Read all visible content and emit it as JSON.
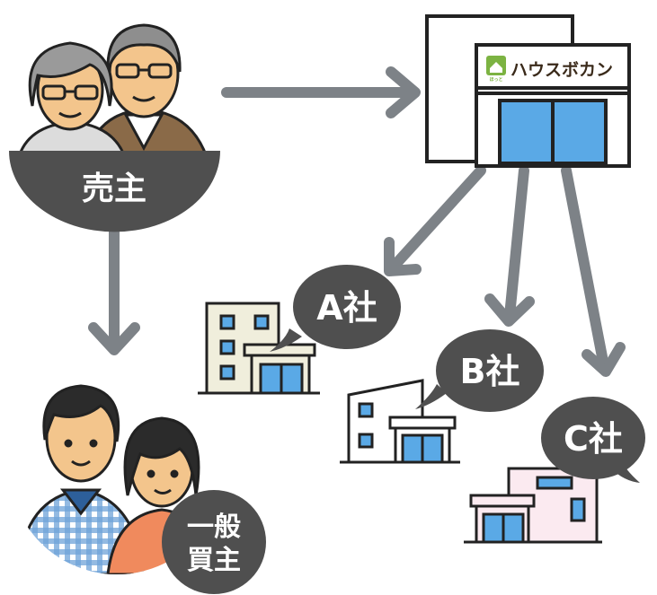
{
  "labels": {
    "seller": "売主",
    "buyer_line1": "一般",
    "buyer_line2": "買主",
    "company_a": "A社",
    "company_b": "B社",
    "company_c": "C社"
  },
  "store": {
    "logo_text": "ハウスボカン",
    "logo_small": "ほっと"
  },
  "colors": {
    "arrow": "#7d8287",
    "bubble": "#4f4f4f",
    "window_blue": "#5aa9e6",
    "logo_green": "#7cb342",
    "logo_text": "#3a2a1a",
    "skin": "#f3c58c",
    "hair_dark": "#2b2b2b",
    "hair_gray": "#8e8e8e"
  }
}
